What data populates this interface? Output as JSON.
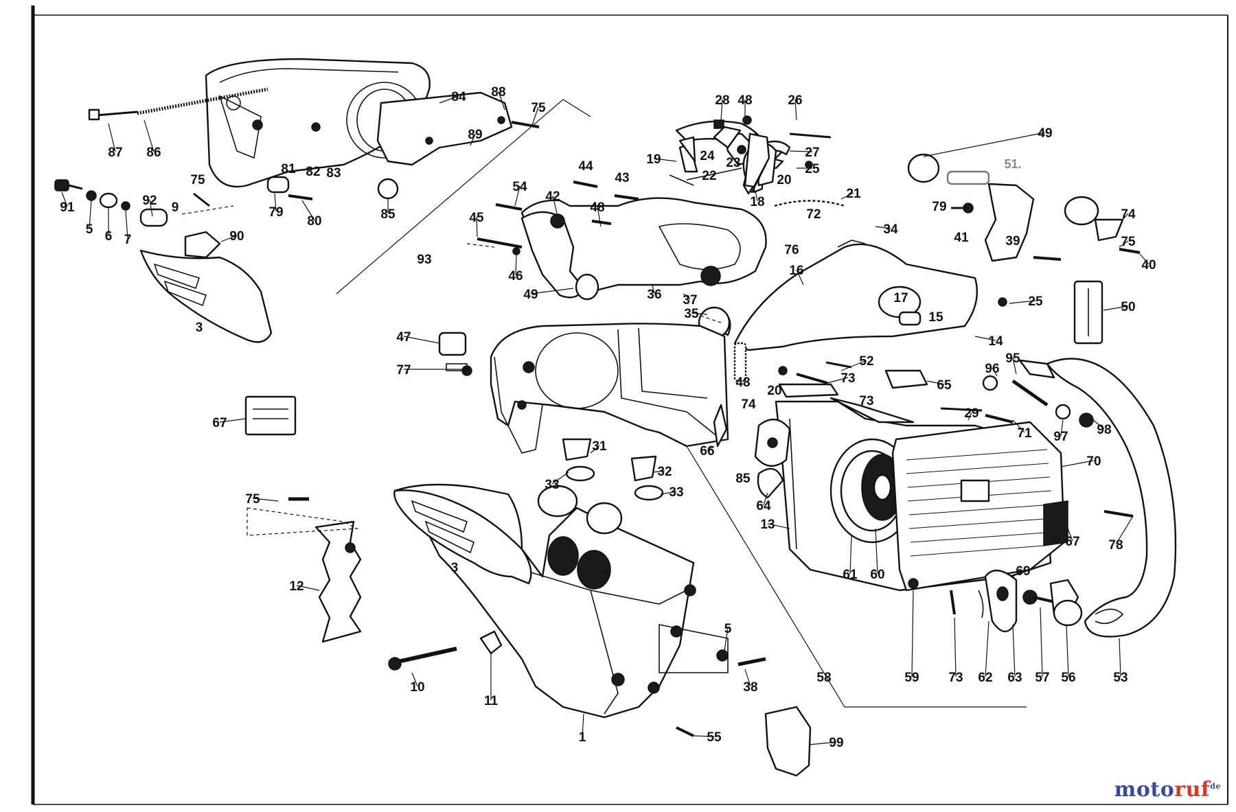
{
  "diagram": {
    "labels": [
      {
        "id": "87",
        "text": "87"
      },
      {
        "id": "86",
        "text": "86"
      },
      {
        "id": "84",
        "text": "84"
      },
      {
        "id": "88",
        "text": "88"
      },
      {
        "id": "75a",
        "text": "75"
      },
      {
        "id": "89",
        "text": "89"
      },
      {
        "id": "81a",
        "text": "81"
      },
      {
        "id": "82",
        "text": "82"
      },
      {
        "id": "83",
        "text": "83"
      },
      {
        "id": "85",
        "text": "85"
      },
      {
        "id": "79a",
        "text": "79"
      },
      {
        "id": "80",
        "text": "80"
      },
      {
        "id": "75b",
        "text": "75"
      },
      {
        "id": "91",
        "text": "91"
      },
      {
        "id": "5a",
        "text": "5"
      },
      {
        "id": "6",
        "text": "6"
      },
      {
        "id": "7",
        "text": "7"
      },
      {
        "id": "92",
        "text": "92"
      },
      {
        "id": "9",
        "text": "9"
      },
      {
        "id": "90",
        "text": "90"
      },
      {
        "id": "3a",
        "text": "3"
      },
      {
        "id": "93",
        "text": "93"
      },
      {
        "id": "28",
        "text": "28"
      },
      {
        "id": "48a",
        "text": "48"
      },
      {
        "id": "26",
        "text": "26"
      },
      {
        "id": "24",
        "text": "24"
      },
      {
        "id": "23",
        "text": "23"
      },
      {
        "id": "27",
        "text": "27"
      },
      {
        "id": "25a",
        "text": "25"
      },
      {
        "id": "19",
        "text": "19"
      },
      {
        "id": "22",
        "text": "22"
      },
      {
        "id": "20a",
        "text": "20"
      },
      {
        "id": "18",
        "text": "18"
      },
      {
        "id": "21",
        "text": "21"
      },
      {
        "id": "44",
        "text": "44"
      },
      {
        "id": "43",
        "text": "43"
      },
      {
        "id": "54",
        "text": "54"
      },
      {
        "id": "42",
        "text": "42"
      },
      {
        "id": "48b",
        "text": "48"
      },
      {
        "id": "45",
        "text": "45"
      },
      {
        "id": "46",
        "text": "46"
      },
      {
        "id": "49a",
        "text": "49"
      },
      {
        "id": "36",
        "text": "36"
      },
      {
        "id": "37",
        "text": "37"
      },
      {
        "id": "35",
        "text": "35"
      },
      {
        "id": "72",
        "text": "72"
      },
      {
        "id": "34",
        "text": "34"
      },
      {
        "id": "76a",
        "text": "76"
      },
      {
        "id": "16",
        "text": "16"
      },
      {
        "id": "17",
        "text": "17"
      },
      {
        "id": "15",
        "text": "15"
      },
      {
        "id": "14",
        "text": "14"
      },
      {
        "id": "25b",
        "text": "25"
      },
      {
        "id": "49b",
        "text": "49"
      },
      {
        "id": "51",
        "text": "51."
      },
      {
        "id": "79b",
        "text": "79"
      },
      {
        "id": "74a",
        "text": "74"
      },
      {
        "id": "41",
        "text": "41"
      },
      {
        "id": "39",
        "text": "39"
      },
      {
        "id": "75c",
        "text": "75"
      },
      {
        "id": "40",
        "text": "40"
      },
      {
        "id": "50",
        "text": "50"
      },
      {
        "id": "47",
        "text": "47"
      },
      {
        "id": "77",
        "text": "77"
      },
      {
        "id": "48c",
        "text": "48"
      },
      {
        "id": "74b",
        "text": "74"
      },
      {
        "id": "20b",
        "text": "20"
      },
      {
        "id": "52",
        "text": "52"
      },
      {
        "id": "73a",
        "text": "73"
      },
      {
        "id": "65",
        "text": "65"
      },
      {
        "id": "96",
        "text": "96"
      },
      {
        "id": "95",
        "text": "95"
      },
      {
        "id": "67a",
        "text": "67"
      },
      {
        "id": "73b",
        "text": "73"
      },
      {
        "id": "29",
        "text": "29"
      },
      {
        "id": "71",
        "text": "71"
      },
      {
        "id": "97",
        "text": "97"
      },
      {
        "id": "98",
        "text": "98"
      },
      {
        "id": "66",
        "text": "66"
      },
      {
        "id": "85b",
        "text": "85"
      },
      {
        "id": "70",
        "text": "70"
      },
      {
        "id": "31",
        "text": "31"
      },
      {
        "id": "32",
        "text": "32"
      },
      {
        "id": "33a",
        "text": "33"
      },
      {
        "id": "33b",
        "text": "33"
      },
      {
        "id": "64",
        "text": "64"
      },
      {
        "id": "13",
        "text": "13"
      },
      {
        "id": "78",
        "text": "78"
      },
      {
        "id": "67b",
        "text": "67"
      },
      {
        "id": "75d",
        "text": "75"
      },
      {
        "id": "3b",
        "text": "3"
      },
      {
        "id": "12",
        "text": "12"
      },
      {
        "id": "61",
        "text": "61"
      },
      {
        "id": "60",
        "text": "60"
      },
      {
        "id": "69",
        "text": "69"
      },
      {
        "id": "5b",
        "text": "5"
      },
      {
        "id": "10",
        "text": "10"
      },
      {
        "id": "11",
        "text": "11"
      },
      {
        "id": "38",
        "text": "38"
      },
      {
        "id": "58",
        "text": "58"
      },
      {
        "id": "59",
        "text": "59"
      },
      {
        "id": "73c",
        "text": "73"
      },
      {
        "id": "62",
        "text": "62"
      },
      {
        "id": "63",
        "text": "63"
      },
      {
        "id": "57",
        "text": "57"
      },
      {
        "id": "56",
        "text": "56"
      },
      {
        "id": "53",
        "text": "53"
      },
      {
        "id": "1",
        "text": "1"
      },
      {
        "id": "55",
        "text": "55"
      },
      {
        "id": "99",
        "text": "99"
      }
    ]
  },
  "watermark": {
    "part_a": "moto",
    "part_b": "ruf",
    "part_c": "de"
  },
  "colors": {
    "ink": "#111111",
    "watermark_blue": "#3a4a9a",
    "watermark_red": "#d33a2a"
  }
}
